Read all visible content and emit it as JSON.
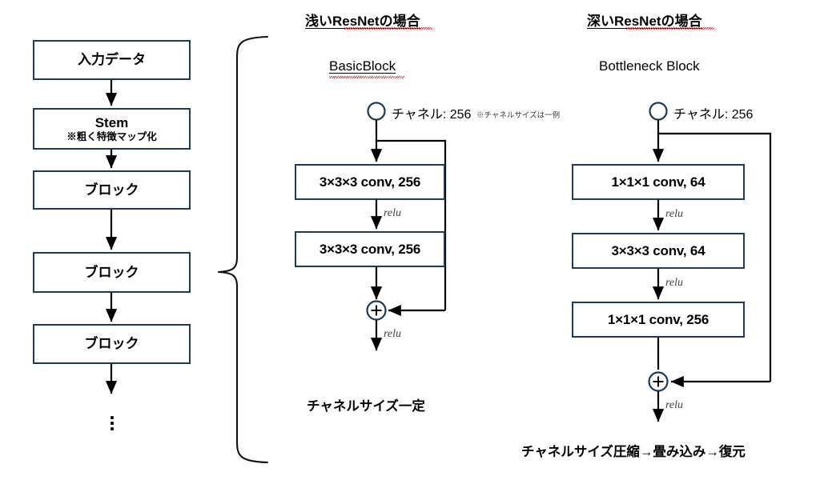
{
  "pipeline": {
    "name": "resnet-overall-pipeline",
    "boxes": [
      {
        "label": "入力データ",
        "note": ""
      },
      {
        "label": "Stem",
        "note": "※粗く特徴マップ化"
      },
      {
        "label": "ブロック",
        "note": ""
      },
      {
        "label": "ブロック",
        "note": ""
      },
      {
        "label": "ブロック",
        "note": ""
      }
    ],
    "ellipsis": "⋮"
  },
  "columns": [
    {
      "id": "shallow",
      "title": "浅いResNetの場合",
      "block_name": "BasicBlock",
      "channel_label": "チャネル: 256",
      "channel_note": "※チャネルサイズは一例",
      "convs": [
        "3×3×3 conv, 256",
        "3×3×3 conv, 256"
      ],
      "relu_between": [
        "relu"
      ],
      "relu_output": "relu",
      "add_symbol": "+",
      "caption": "チャネルサイズ一定"
    },
    {
      "id": "deep",
      "title": "深いResNetの場合",
      "block_name": "Bottleneck Block",
      "channel_label": "チャネル: 256",
      "channel_note": "",
      "convs": [
        "1×1×1 conv, 64",
        "3×3×3 conv, 64",
        "1×1×1 conv, 256"
      ],
      "relu_between": [
        "relu",
        "relu"
      ],
      "relu_output": "relu",
      "add_symbol": "+",
      "caption": "チャネルサイズ圧縮→畳み込み→復元"
    }
  ],
  "colors": {
    "box_border": "#1F3A56",
    "line": "#000000",
    "background": "#FFFFFF",
    "relu_text": "#3F3F3F",
    "spellcheck_underline": "#E03A3A"
  }
}
